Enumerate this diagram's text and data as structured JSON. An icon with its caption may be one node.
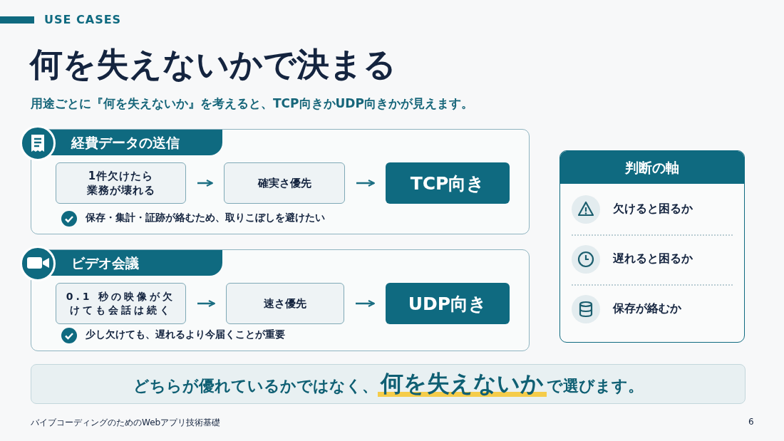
{
  "diagram": {
    "title": "何を失えないかで決まる",
    "nodes": [
      {
        "text": [
          "経費データの送信",
          "保存・集計・証跡が絡むため、取りこぼしを避けたい"
        ]
      },
      {
        "text": [
          "1件欠けたら業務が壊れる"
        ],
        "in": 0
      },
      {
        "text": [
          "確実さ優先"
        ],
        "in": 0
      },
      {
        "text": [
          "TCP向き"
        ],
        "in": 0
      },
      {
        "text": [
          "ビデオ会議",
          "少し欠けても、遅れるより今届くことが重要"
        ]
      },
      {
        "text": [
          "0.1 秒の映像が欠けても会話は続く"
        ],
        "in": 4
      },
      {
        "text": [
          "速さ優先"
        ],
        "in": 4
      },
      {
        "text": [
          "UDP向き"
        ],
        "in": 4
      },
      {
        "text": [
          "判断の軸"
        ]
      },
      {
        "text": [
          "どちらが優れているかではなく、**何を失えないか**で選びます。"
        ]
      }
    ],
    "edges": [
      {
        "from": 1,
        "to": 2,
        "arrow": "to"
      },
      {
        "from": 2,
        "to": 3,
        "arrow": "to"
      },
      {
        "from": 5,
        "to": 6,
        "arrow": "to"
      },
      {
        "from": 6,
        "to": 7,
        "arrow": "to"
      }
    ],
    "labels": [
      "USE CASES",
      "用途ごとに『何を失えないか』を考えると、TCP向きかUDP向きかが見えます。",
      "欠けると困るか",
      "遅れると困るか",
      "保存が絡むか",
      "バイブコーディングのためのWebアプリ技術基礎",
      "6"
    ]
  }
}
